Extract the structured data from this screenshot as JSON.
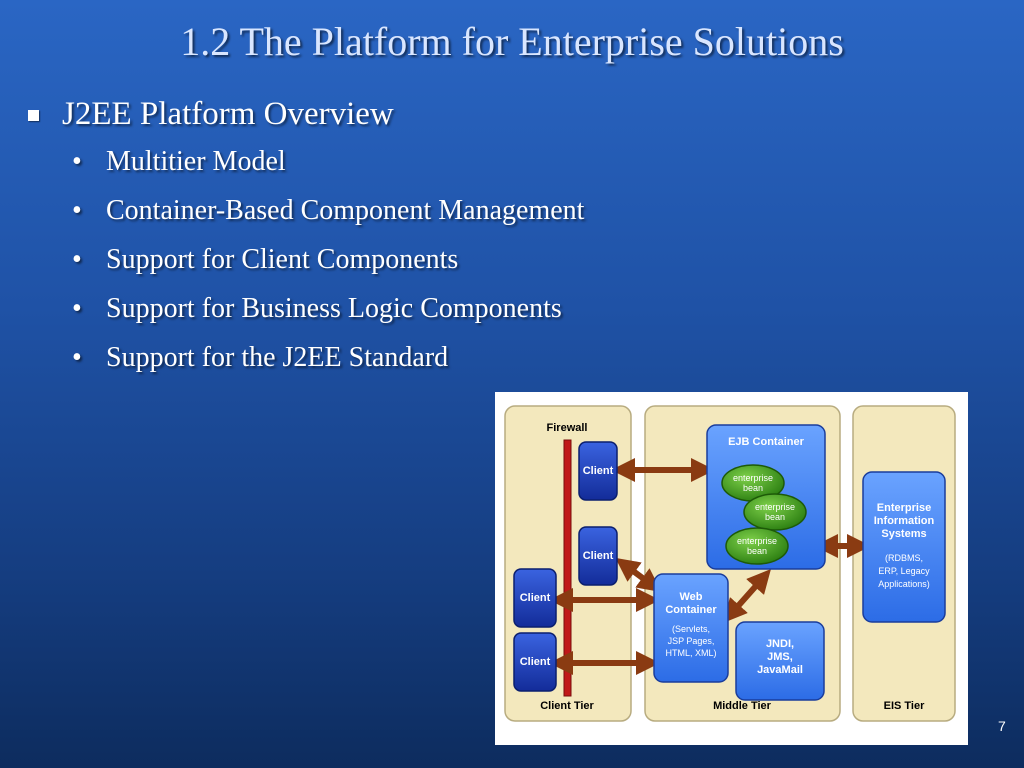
{
  "slide": {
    "title": "1.2 The Platform for Enterprise Solutions",
    "main_bullet": "J2EE Platform Overview",
    "sub_bullets": [
      "Multitier Model",
      "Container-Based Component Management",
      "Support for Client Components",
      "Support for Business Logic Components",
      "Support for the J2EE Standard"
    ],
    "page_number": "7"
  },
  "diagram": {
    "tiers": {
      "client": "Client Tier",
      "middle": "Middle Tier",
      "eis": "EIS Tier"
    },
    "firewall": "Firewall",
    "client_label": "Client",
    "ejb_container": "EJB Container",
    "beans": [
      [
        "enterprise",
        "bean"
      ],
      [
        "enterprise",
        "bean"
      ],
      [
        "enterprise",
        "bean"
      ]
    ],
    "web_container": [
      "Web",
      "Container"
    ],
    "web_container_detail": [
      "(Servlets,",
      "JSP Pages,",
      "HTML, XML)"
    ],
    "jndi": [
      "JNDI,",
      "JMS,",
      "JavaMail"
    ],
    "eis_box": [
      "Enterprise",
      "Information",
      "Systems"
    ],
    "eis_detail": [
      "(RDBMS,",
      "ERP, Legacy",
      "Applications)"
    ],
    "colors": {
      "tier_bg": "#f3e8bd",
      "box_blue": "#3d7ef0",
      "box_dark_blue": "#1b3fb3",
      "bean_green": "#3a9a1c",
      "arrow_brown": "#8a3b12",
      "firewall_red": "#c01818"
    }
  }
}
